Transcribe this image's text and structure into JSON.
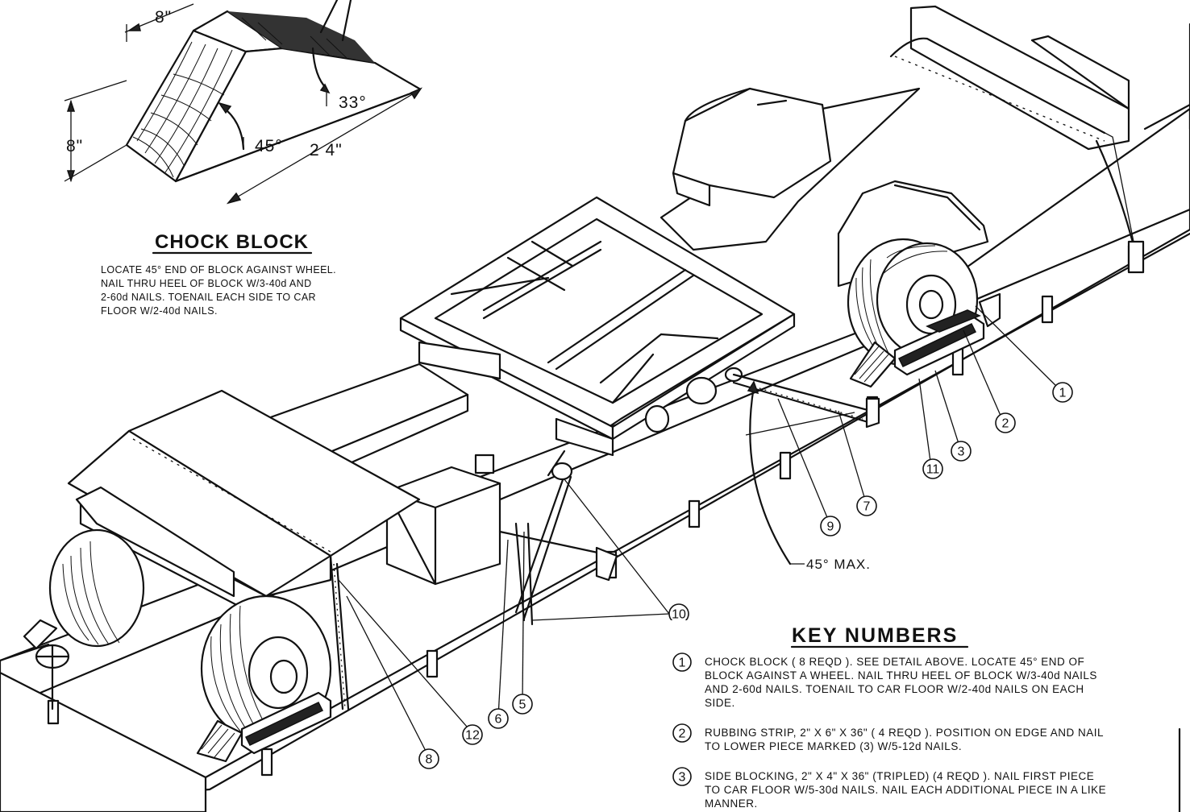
{
  "chock_detail": {
    "dim_width": "8\"",
    "dim_height": "8\"",
    "dim_length": "2 4\"",
    "angle_end": "45°",
    "angle_heel": "33°",
    "heading": "CHOCK BLOCK",
    "note_lines": [
      "LOCATE 45° END OF BLOCK AGAINST WHEEL.",
      "NAIL THRU HEEL OF BLOCK W/3-40d AND",
      "2-60d NAILS.  TOENAIL EACH SIDE TO CAR",
      "FLOOR W/2-40d NAILS."
    ]
  },
  "main_drawing": {
    "angle_label": "45° MAX.",
    "callouts": [
      "1",
      "2",
      "3",
      "11",
      "7",
      "9",
      "10",
      "5",
      "6",
      "12",
      "8"
    ]
  },
  "key_numbers": {
    "heading": "KEY NUMBERS",
    "items": [
      {
        "number": "1",
        "lines": [
          "CHOCK BLOCK ( 8 REQD ).  SEE DETAIL ABOVE.  LOCATE 45° END OF",
          "BLOCK AGAINST A WHEEL.  NAIL THRU HEEL OF BLOCK W/3-40d NAILS",
          "AND 2-60d NAILS.  TOENAIL TO CAR FLOOR W/2-40d NAILS ON EACH",
          "SIDE."
        ]
      },
      {
        "number": "2",
        "lines": [
          "RUBBING STRIP, 2\" X 6\" X 36\" ( 4 REQD ).  POSITION ON EDGE AND NAIL",
          "TO LOWER PIECE MARKED (3) W/5-12d NAILS."
        ]
      },
      {
        "number": "3",
        "lines": [
          "SIDE BLOCKING, 2\" X 4\" X 36\" (TRIPLED) (4 REQD ).  NAIL FIRST PIECE",
          "TO CAR FLOOR W/5-30d NAILS.  NAIL EACH ADDITIONAL PIECE IN A LIKE",
          "MANNER."
        ]
      }
    ]
  }
}
